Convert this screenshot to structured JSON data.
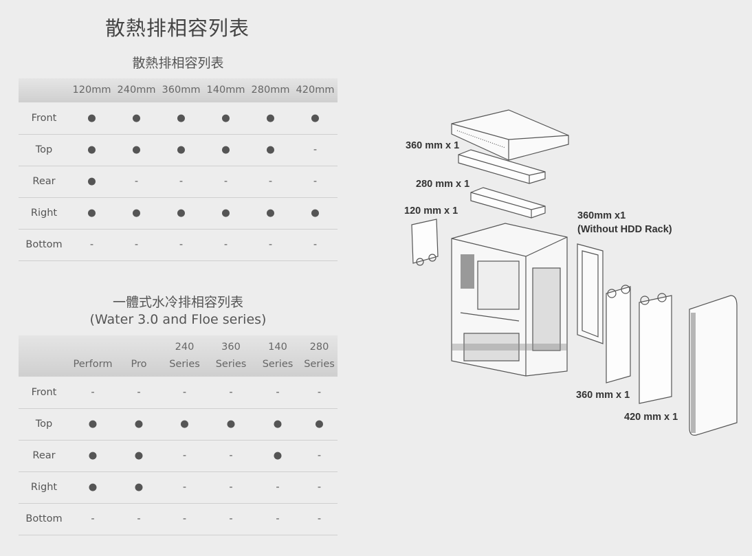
{
  "page_title": "散熱排相容列表",
  "table1": {
    "title": "散熱排相容列表",
    "columns": [
      "120mm",
      "240mm",
      "360mm",
      "140mm",
      "280mm",
      "420mm"
    ],
    "rows": [
      {
        "label": "Front",
        "cells": [
          "●",
          "●",
          "●",
          "●",
          "●",
          "●"
        ]
      },
      {
        "label": "Top",
        "cells": [
          "●",
          "●",
          "●",
          "●",
          "●",
          "-"
        ]
      },
      {
        "label": "Rear",
        "cells": [
          "●",
          "-",
          "-",
          "-",
          "-",
          "-"
        ]
      },
      {
        "label": "Right",
        "cells": [
          "●",
          "●",
          "●",
          "●",
          "●",
          "●"
        ]
      },
      {
        "label": "Bottom",
        "cells": [
          "-",
          "-",
          "-",
          "-",
          "-",
          "-"
        ]
      }
    ]
  },
  "table2": {
    "title_line1": "一體式水冷排相容列表",
    "title_line2": "(Water 3.0 and Floe series)",
    "columns": [
      {
        "line1": "",
        "line2": "Perform"
      },
      {
        "line1": "",
        "line2": "Pro"
      },
      {
        "line1": "240",
        "line2": "Series"
      },
      {
        "line1": "360",
        "line2": "Series"
      },
      {
        "line1": "140",
        "line2": "Series"
      },
      {
        "line1": "280",
        "line2": "Series"
      }
    ],
    "rows": [
      {
        "label": "Front",
        "cells": [
          "-",
          "-",
          "-",
          "-",
          "-",
          "-"
        ]
      },
      {
        "label": "Top",
        "cells": [
          "●",
          "●",
          "●",
          "●",
          "●",
          "●"
        ]
      },
      {
        "label": "Rear",
        "cells": [
          "●",
          "●",
          "-",
          "-",
          "●",
          "-"
        ]
      },
      {
        "label": "Right",
        "cells": [
          "●",
          "●",
          "-",
          "-",
          "-",
          "-"
        ]
      },
      {
        "label": "Bottom",
        "cells": [
          "-",
          "-",
          "-",
          "-",
          "-",
          "-"
        ]
      }
    ]
  },
  "diagram": {
    "labels": {
      "top_360": "360 mm x 1",
      "top_280": "280 mm x 1",
      "rear_120": "120 mm x 1",
      "right_360_a": "360mm x1",
      "right_360_b": "(Without HDD Rack)",
      "front_360": "360 mm x 1",
      "front_420": "420 mm x 1"
    }
  }
}
